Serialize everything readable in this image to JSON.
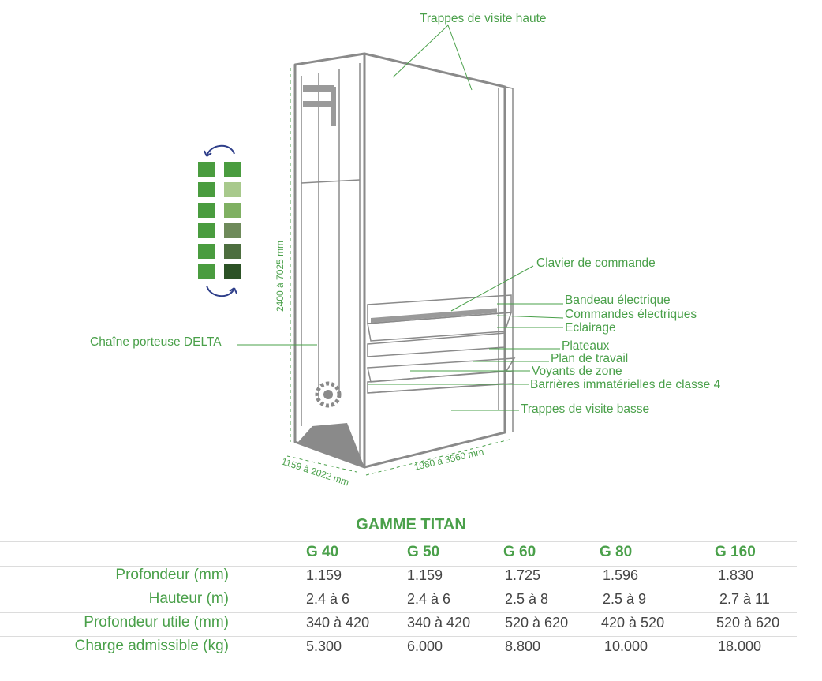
{
  "diagram": {
    "labels": {
      "trappes_haute": "Trappes de visite haute",
      "clavier": "Clavier de commande",
      "bandeau": "Bandeau électrique",
      "commandes": "Commandes électriques",
      "eclairage": "Eclairage",
      "plateaux": "Plateaux",
      "plan": "Plan de travail",
      "voyants": "Voyants de zone",
      "barrieres": "Barrières immatérielles de classe 4",
      "trappes_basse": "Trappes de visite basse",
      "chaine": "Chaîne porteuse DELTA"
    },
    "dimensions": {
      "height": "2400 à 7025 mm",
      "depth": "1159 à 2022 mm",
      "width": "1980 à 3560 mm"
    },
    "tray_colors_left": [
      "#4a9c3f",
      "#4a9c3f",
      "#4a9c3f",
      "#4a9c3f",
      "#4a9c3f",
      "#4a9c3f"
    ],
    "tray_colors_right": [
      "#4a9c3f",
      "#a8c98c",
      "#7fb062",
      "#6e8a5a",
      "#4d6e3f",
      "#2c5226"
    ],
    "rotation_arrow_color": "#2f3f8a"
  },
  "table": {
    "title": "GAMME TITAN",
    "models": [
      "G 40",
      "G 50",
      "G 60",
      "G 80",
      "G 160"
    ],
    "rows": [
      {
        "label": "Profondeur (mm)",
        "values": [
          "1.159",
          "1.159",
          "1.725",
          "1.596",
          "1.830"
        ]
      },
      {
        "label": "Hauteur (m)",
        "values": [
          "2.4 à 6",
          "2.4 à 6",
          "2.5 à 8",
          "2.5 à 9",
          "2.7 à 11"
        ]
      },
      {
        "label": "Profondeur utile (mm)",
        "values": [
          "340 à 420",
          "340 à 420",
          "520 à 620",
          "420 à 520",
          "520 à 620"
        ]
      },
      {
        "label": "Charge admissible (kg)",
        "values": [
          "5.300",
          "6.000",
          "8.800",
          "10.000",
          "18.000"
        ]
      }
    ]
  }
}
